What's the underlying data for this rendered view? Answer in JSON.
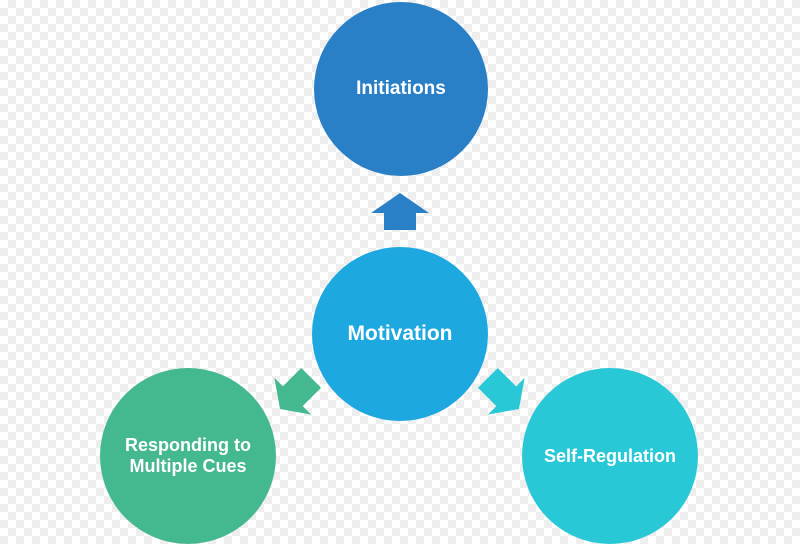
{
  "diagram": {
    "center": {
      "label": "Motivation",
      "color": "#1ea8e0"
    },
    "nodes": [
      {
        "label": "Initiations",
        "color": "#2a80c6"
      },
      {
        "label": "Responding to Multiple Cues",
        "color": "#44b88e"
      },
      {
        "label": "Self-Regulation",
        "color": "#29c8d6"
      }
    ],
    "arrows": [
      {
        "to": "Initiations",
        "color": "#2a80c6"
      },
      {
        "to": "Responding to Multiple Cues",
        "color": "#44b88e"
      },
      {
        "to": "Self-Regulation",
        "color": "#29c8d6"
      }
    ]
  }
}
